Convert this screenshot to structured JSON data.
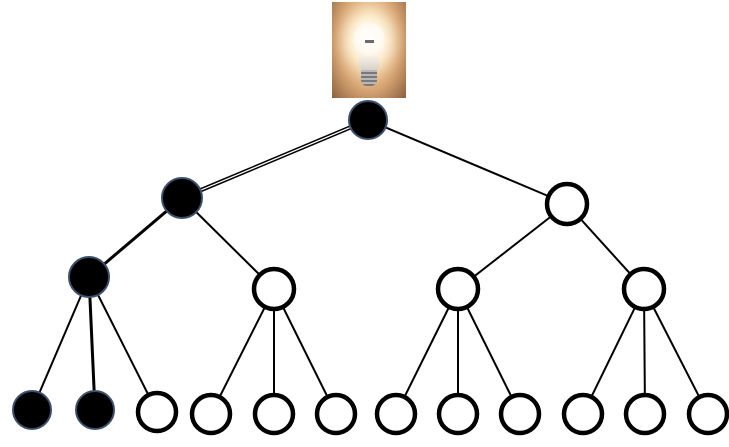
{
  "nodes": [
    {
      "id": "root",
      "lit": true
    },
    {
      "id": "l1-a",
      "lit": true
    },
    {
      "id": "l1-b",
      "lit": false
    },
    {
      "id": "l2-a",
      "lit": true
    },
    {
      "id": "l2-b",
      "lit": false
    },
    {
      "id": "l2-c",
      "lit": false
    },
    {
      "id": "l2-d",
      "lit": false
    },
    {
      "id": "l3-1",
      "lit": true
    },
    {
      "id": "l3-2",
      "lit": true
    },
    {
      "id": "l3-3",
      "lit": false
    },
    {
      "id": "l3-4",
      "lit": false
    },
    {
      "id": "l3-5",
      "lit": false
    },
    {
      "id": "l3-6",
      "lit": false
    },
    {
      "id": "l3-7",
      "lit": false
    },
    {
      "id": "l3-8",
      "lit": false
    },
    {
      "id": "l3-9",
      "lit": false
    },
    {
      "id": "l3-10",
      "lit": false
    },
    {
      "id": "l3-11",
      "lit": false
    },
    {
      "id": "l3-12",
      "lit": false
    }
  ],
  "edges": [
    [
      "root",
      "l1-a"
    ],
    [
      "root",
      "l1-b"
    ],
    [
      "l1-a",
      "l2-a"
    ],
    [
      "l1-a",
      "l2-b"
    ],
    [
      "l1-b",
      "l2-c"
    ],
    [
      "l1-b",
      "l2-d"
    ],
    [
      "l2-a",
      "l3-1"
    ],
    [
      "l2-a",
      "l3-2"
    ],
    [
      "l2-a",
      "l3-3"
    ],
    [
      "l2-b",
      "l3-4"
    ],
    [
      "l2-b",
      "l3-5"
    ],
    [
      "l2-b",
      "l3-6"
    ],
    [
      "l2-c",
      "l3-7"
    ],
    [
      "l2-c",
      "l3-8"
    ],
    [
      "l2-c",
      "l3-9"
    ],
    [
      "l2-d",
      "l3-10"
    ],
    [
      "l2-d",
      "l3-11"
    ],
    [
      "l2-d",
      "l3-12"
    ]
  ],
  "highlighted_path": [
    "root",
    "l1-a",
    "l2-a",
    "l3-2"
  ],
  "colors": {
    "lit_fill": "#000000",
    "unlit_fill": "#ffffff",
    "stroke": "#000000",
    "lit_outline": "#3c4f6b"
  },
  "top_image_icon": "light-bulb-icon"
}
